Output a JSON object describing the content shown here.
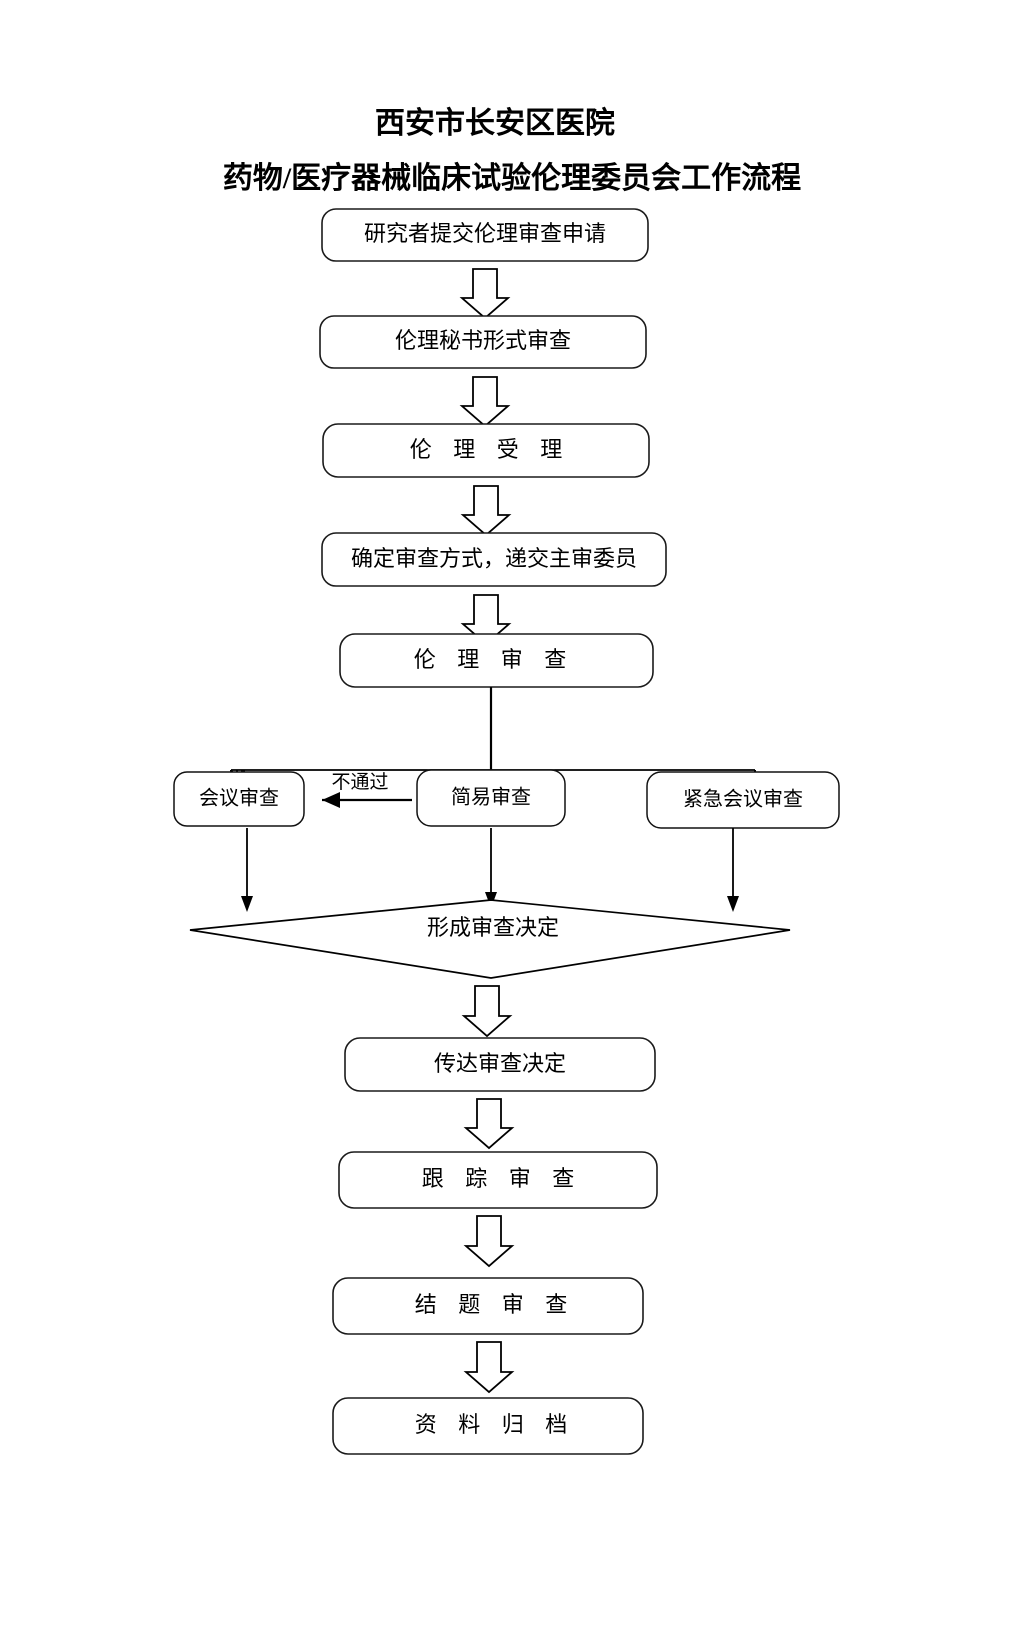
{
  "document": {
    "title_line_1": "西安市长安区医院",
    "title_line_2": "药物/医疗器械临床试验伦理委员会工作流程"
  },
  "flow": {
    "nodes": [
      {
        "id": "submit",
        "label": "研究者提交伦理审查申请",
        "shape": "rounded-rect"
      },
      {
        "id": "secretary",
        "label": "伦理秘书形式审查",
        "shape": "rounded-rect"
      },
      {
        "id": "accept",
        "label": "伦 理 受 理",
        "shape": "rounded-rect"
      },
      {
        "id": "determine",
        "label": "确定审查方式，递交主审委员",
        "shape": "rounded-rect"
      },
      {
        "id": "review",
        "label": "伦 理 审 查",
        "shape": "rounded-rect"
      },
      {
        "id": "meeting",
        "label": "会议审查",
        "shape": "rounded-rect"
      },
      {
        "id": "expedited",
        "label": "简易审查",
        "shape": "rounded-rect"
      },
      {
        "id": "urgent",
        "label": "紧急会议审查",
        "shape": "rounded-rect"
      },
      {
        "id": "decision",
        "label": "形成审查决定",
        "shape": "diamond"
      },
      {
        "id": "convey",
        "label": "传达审查决定",
        "shape": "rounded-rect"
      },
      {
        "id": "followup",
        "label": "跟 踪 审 查",
        "shape": "rounded-rect"
      },
      {
        "id": "completion",
        "label": "结 题 审 查",
        "shape": "rounded-rect"
      },
      {
        "id": "archive",
        "label": "资 料 归 档",
        "shape": "rounded-rect"
      }
    ],
    "edge_labels": [
      {
        "id": "not-passed",
        "label": "不通过",
        "from": "expedited",
        "to": "meeting"
      }
    ],
    "colors": {
      "stroke": "#000000",
      "fill": "#ffffff",
      "text": "#000000"
    }
  }
}
